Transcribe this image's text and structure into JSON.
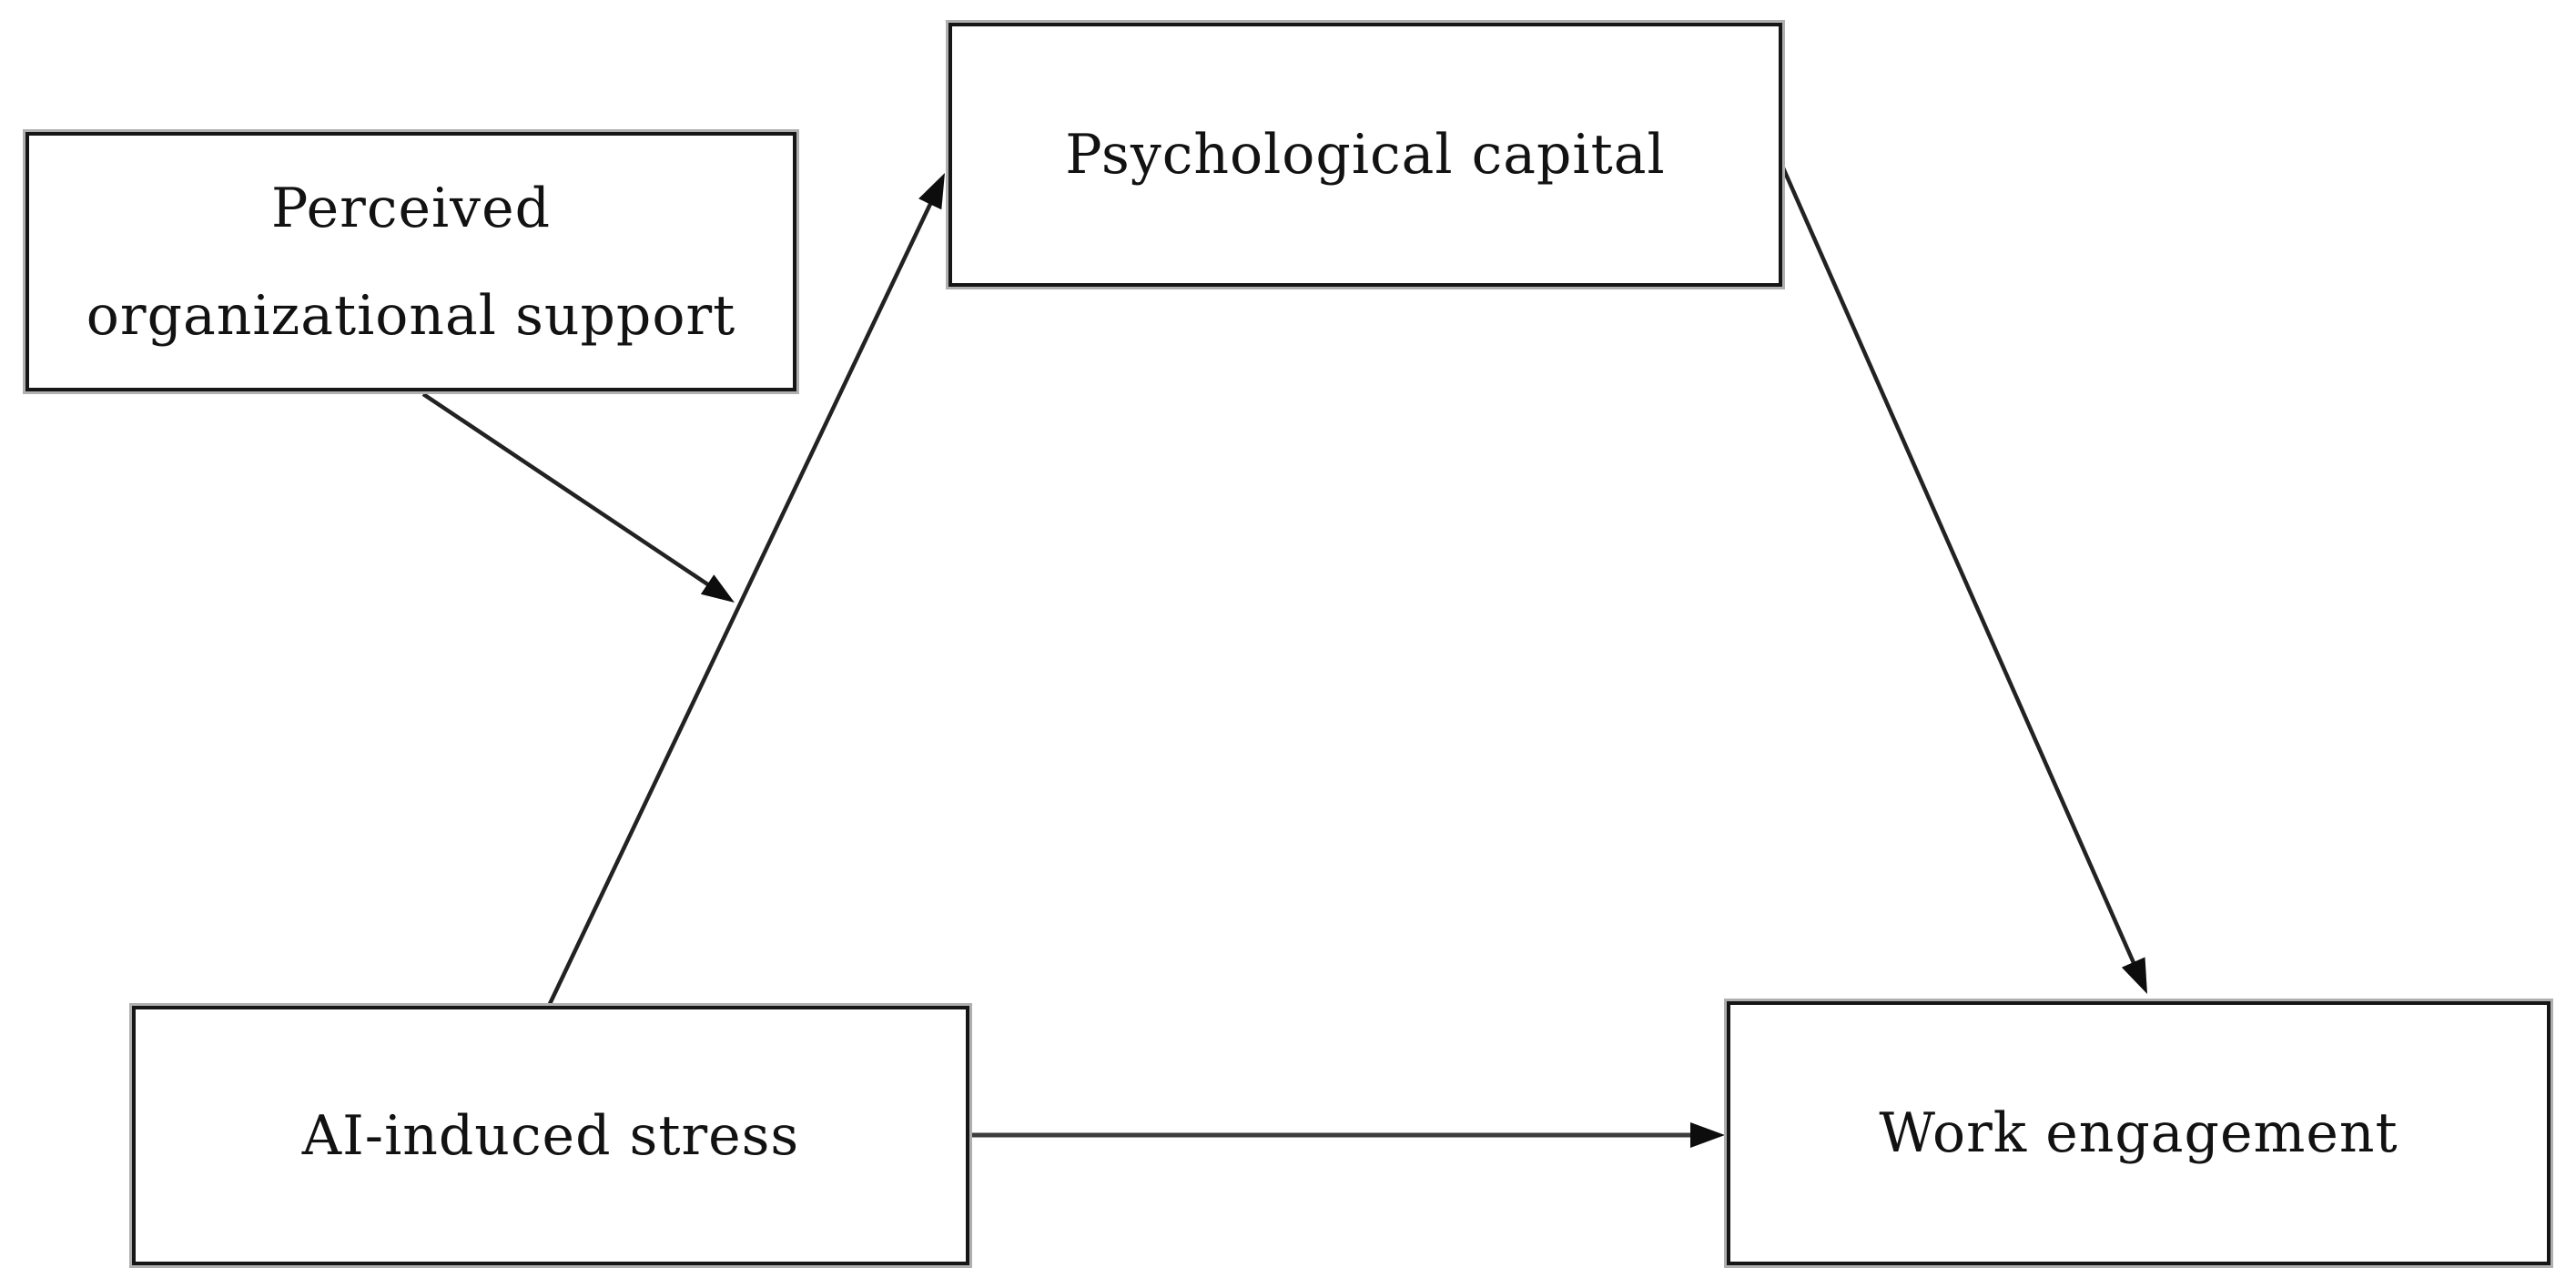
{
  "diagram": {
    "background_color": "#ffffff",
    "box_border_color": "#161616",
    "arrow_color": "#222222",
    "horizontal_arrow_color": "#3d3d3d",
    "nodes": [
      {
        "id": "perceived-organizational-support",
        "lines": [
          "Perceived",
          "organizational support"
        ]
      },
      {
        "id": "psychological-capital",
        "lines": [
          "Psychological capital"
        ]
      },
      {
        "id": "ai-induced-stress",
        "lines": [
          "AI-induced stress"
        ]
      },
      {
        "id": "work-engagement",
        "lines": [
          "Work engagement"
        ]
      }
    ],
    "edges": [
      {
        "from": "ai-induced-stress",
        "to": "psychological-capital",
        "type": "directed"
      },
      {
        "from": "perceived-organizational-support",
        "to": "path:ai-induced-stress->psychological-capital",
        "type": "moderation"
      },
      {
        "from": "psychological-capital",
        "to": "work-engagement",
        "type": "directed"
      },
      {
        "from": "ai-induced-stress",
        "to": "work-engagement",
        "type": "directed"
      }
    ]
  }
}
